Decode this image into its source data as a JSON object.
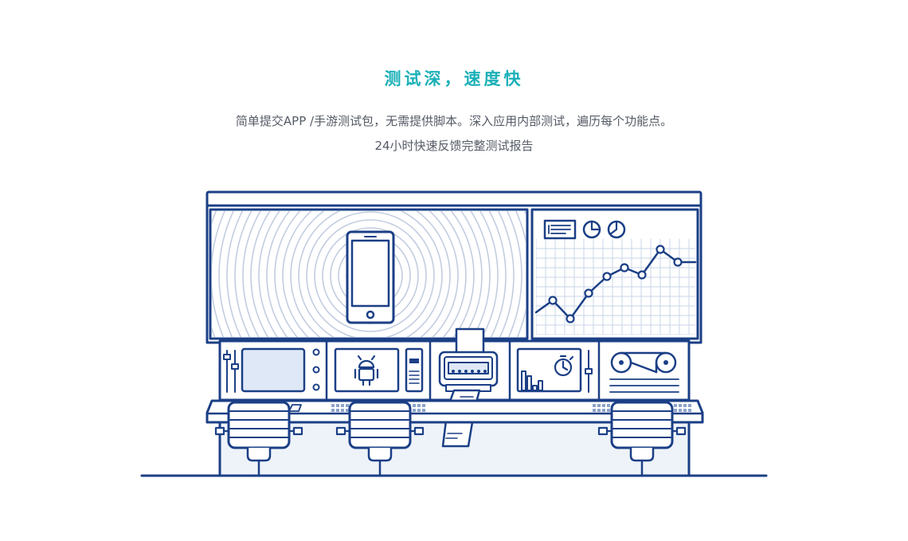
{
  "heading": "测试深，速度快",
  "description_line1": "简单提交APP /手游测试包，无需提供脚本。深入应用内部测试，遍历每个功能点。",
  "description_line2": "24小时快速反馈完整测试报告",
  "colors": {
    "heading": "#1bb0b8",
    "line": "#1b3f86",
    "fill_light": "#eef3fa",
    "screen_fill": "#dfe8f6",
    "ring": "#c3cde0"
  },
  "icons": [
    "smartphone-icon",
    "android-icon",
    "stopwatch-icon",
    "pie-chart-icon",
    "tape-reel-icon",
    "chair-icon"
  ]
}
